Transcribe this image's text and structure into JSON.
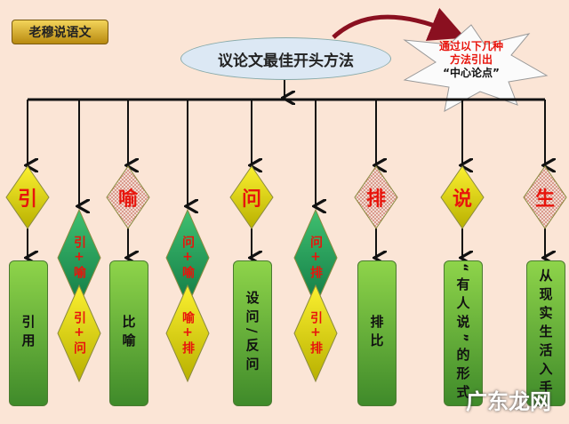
{
  "badge": "老穆说语文",
  "title": "议论文最佳开头方法",
  "note": {
    "line1": "通过以下几种",
    "line2": "方法引出",
    "line3": "“中心论点”"
  },
  "top_diamonds": [
    {
      "text": "引",
      "style": "yellow"
    },
    {
      "text": "喻",
      "style": "hatched"
    },
    {
      "text": "问",
      "style": "yellow"
    },
    {
      "text": "排",
      "style": "hatched"
    },
    {
      "text": "说",
      "style": "yellow"
    },
    {
      "text": "生",
      "style": "hatched"
    }
  ],
  "combos": [
    {
      "green": "引+喻",
      "yellow": "引+问"
    },
    {
      "green": "问+喻",
      "yellow": "喻+排"
    },
    {
      "green": "问+排",
      "yellow": "引+排"
    }
  ],
  "boxes": [
    "引用",
    "比喻",
    "设问/反问",
    "排比",
    "“有人说”的形式",
    "从现实生活入手"
  ],
  "watermark": "广东龙网",
  "colors": {
    "text_red": "#e8140c",
    "green_box": "#7cc444",
    "yellow_diamond": "#f0e020",
    "green_diamond": "#1f9a5a"
  }
}
